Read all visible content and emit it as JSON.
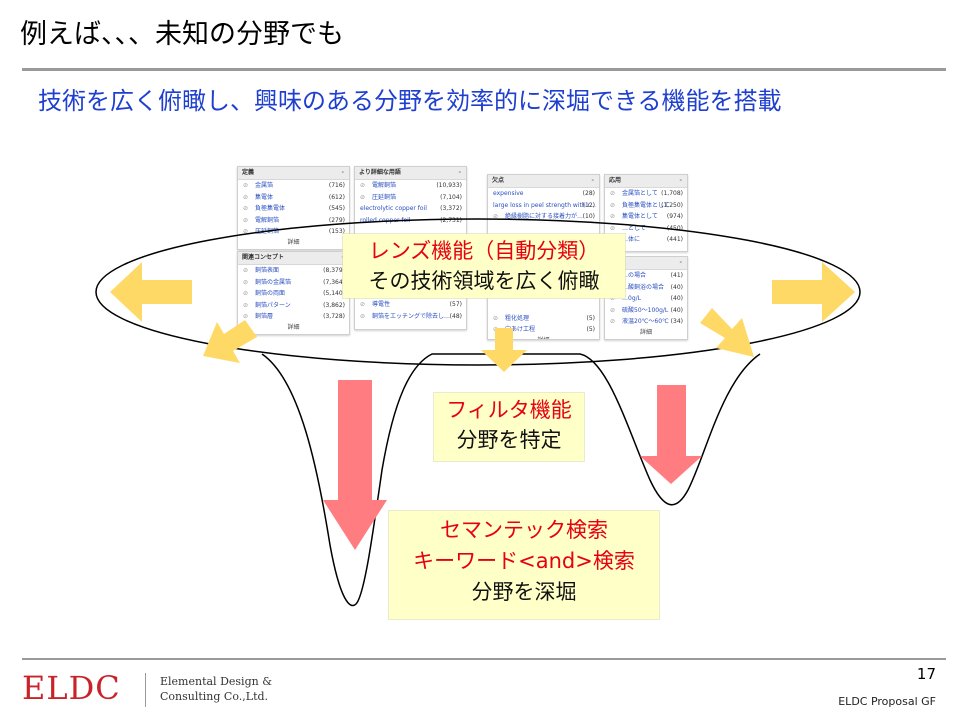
{
  "slide": {
    "title": "例えば、、、未知の分野でも",
    "subtitle": "技術を広く俯瞰し、興味のある分野を効率的に深堀できる機能を搭載",
    "page_number": "17",
    "proposal": "ELDC Proposal GF"
  },
  "logo": {
    "mark": "ELDC",
    "company_line1": "Elemental Design &",
    "company_line2": "Consulting Co.,Ltd."
  },
  "callouts": {
    "lens": {
      "line1": "レンズ機能（自動分類）",
      "line2": "その技術領域を広く俯瞰"
    },
    "filter": {
      "line1": "フィルタ機能",
      "line2": "分野を特定"
    },
    "semantic": {
      "line1": "セマンテック検索",
      "line2": "キーワード<and>検索",
      "line3": "分野を深堀"
    }
  },
  "panels": {
    "definition": {
      "header": "定義",
      "collapse": "-",
      "footer": "詳細",
      "rows": [
        {
          "term": "金属箔",
          "count": "(716)"
        },
        {
          "term": "集電体",
          "count": "(612)"
        },
        {
          "term": "負極集電体",
          "count": "(545)"
        },
        {
          "term": "電解銅箔",
          "count": "(279)"
        },
        {
          "term": "圧延銅箔",
          "count": "(153)"
        }
      ]
    },
    "related": {
      "header": "関連コンセプト",
      "collapse": "-",
      "footer": "詳細",
      "rows": [
        {
          "term": "銅箔表面",
          "count": "(8,379)"
        },
        {
          "term": "銅箔の金属箔",
          "count": "(7,364)"
        },
        {
          "term": "銅箔の両面",
          "count": "(5,140)"
        },
        {
          "term": "銅箔パターン",
          "count": "(3,862)"
        },
        {
          "term": "銅箔層",
          "count": "(3,728)"
        }
      ]
    },
    "detailed": {
      "header": "より詳細な用語",
      "collapse": "-",
      "footer": "",
      "rows_top": [
        {
          "term": "電解銅箔",
          "count": "(10,933)"
        },
        {
          "term": "圧延銅箔",
          "count": "(7,104)"
        },
        {
          "term": "electrolytic copper foil",
          "count": "(3,372)"
        },
        {
          "term": "rolled copper foil",
          "count": "(2,731)"
        }
      ],
      "rows_bottom": [
        {
          "term": "導電性",
          "count": "(57)"
        },
        {
          "term": "銅箔をエッチングで除去し…",
          "count": "(48)"
        }
      ]
    },
    "defects": {
      "header": "欠点",
      "collapse": "-",
      "footer": "詳細",
      "rows_top": [
        {
          "term": "expensive",
          "count": "(28)"
        },
        {
          "term": "large loss in peel strength with r…",
          "count": "(12)"
        },
        {
          "term": "絶縁樹脂に対する接着力が…",
          "count": "(10)"
        }
      ],
      "rows_bottom": [
        {
          "term": "粗化処理",
          "count": "(5)"
        },
        {
          "term": "穴あけ工程",
          "count": "(5)"
        }
      ]
    },
    "applications": {
      "header": "応用",
      "collapse": "-",
      "footer": "",
      "rows": [
        {
          "term": "金属箔として",
          "count": "(1,708)"
        },
        {
          "term": "負極集電体として",
          "count": "(1,250)"
        },
        {
          "term": "集電体として",
          "count": "(974)"
        },
        {
          "term": "…として",
          "count": "(450)"
        },
        {
          "term": "…体に",
          "count": "(441)"
        }
      ]
    },
    "conditions": {
      "header": "",
      "collapse": "-",
      "footer": "詳細",
      "rows": [
        {
          "term": "…の場合",
          "count": "(41)"
        },
        {
          "term": "…酸銅浴の場合",
          "count": "(40)"
        },
        {
          "term": "…0g/L",
          "count": "(40)"
        },
        {
          "term": "硫酸50～100g/L",
          "count": "(40)"
        },
        {
          "term": "液温20℃～60℃",
          "count": "(34)"
        }
      ]
    }
  },
  "colors": {
    "subtitle_blue": "#1f3fcf",
    "callout_red": "#e60012",
    "callout_fill": "#ffffc8",
    "yellow_arrow": "#ffd966",
    "red_arrow": "#ff7c80",
    "logo_red": "#c9232a"
  }
}
